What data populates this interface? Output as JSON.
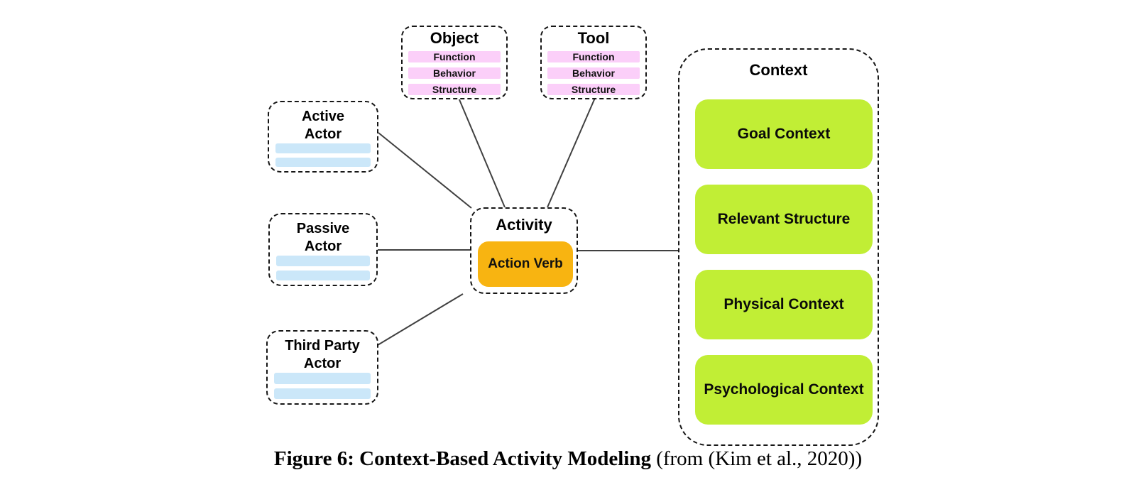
{
  "colors": {
    "pink": "#fbcff9",
    "blue": "#cbe7f9",
    "orange": "#f8b411",
    "green": "#c1ee35",
    "line": "#404040"
  },
  "nodes": {
    "object": {
      "title": "Object",
      "rows": [
        "Function",
        "Behavior",
        "Structure"
      ]
    },
    "tool": {
      "title": "Tool",
      "rows": [
        "Function",
        "Behavior",
        "Structure"
      ]
    },
    "active_actor": {
      "title": "Active\nActor"
    },
    "passive_actor": {
      "title": "Passive\nActor"
    },
    "third_party_actor": {
      "title": "Third Party\nActor"
    },
    "activity": {
      "title": "Activity",
      "action_label": "Action Verb"
    },
    "context": {
      "title": "Context",
      "items": [
        "Goal Context",
        "Relevant Structure",
        "Physical Context",
        "Psychological Context"
      ]
    }
  },
  "caption": {
    "bold": "Figure 6: Context-Based Activity Modeling",
    "normal": " (from (Kim et al., 2020))"
  }
}
